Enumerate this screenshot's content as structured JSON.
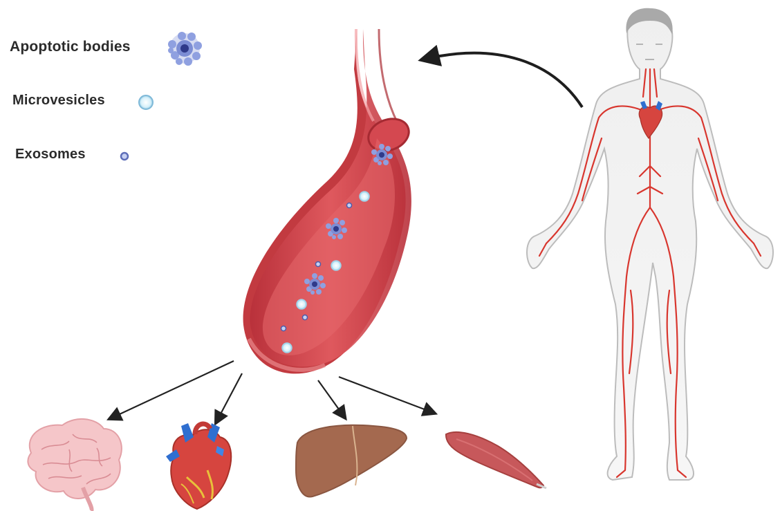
{
  "legend": {
    "apoptotic_bodies": "Apoptotic bodies",
    "microvesicles": "Microvesicles",
    "exosomes": "Exosomes"
  },
  "colors": {
    "vessel_wall": "#c8363f",
    "vessel_inner": "#e05a5f",
    "apoptotic_body": "#6f80c9",
    "microvesicle": "#bfe6f5",
    "exosome": "#5d6db8",
    "body_outline": "#b9b9b9",
    "artery": "#d8362e",
    "liver": "#a86b55",
    "muscle": "#c2565a",
    "brain": "#f4c9cc",
    "arrow": "#222222"
  },
  "icons": [
    "human-body-icon",
    "blood-vessel-icon",
    "brain-icon",
    "heart-icon",
    "liver-icon",
    "muscle-icon"
  ]
}
